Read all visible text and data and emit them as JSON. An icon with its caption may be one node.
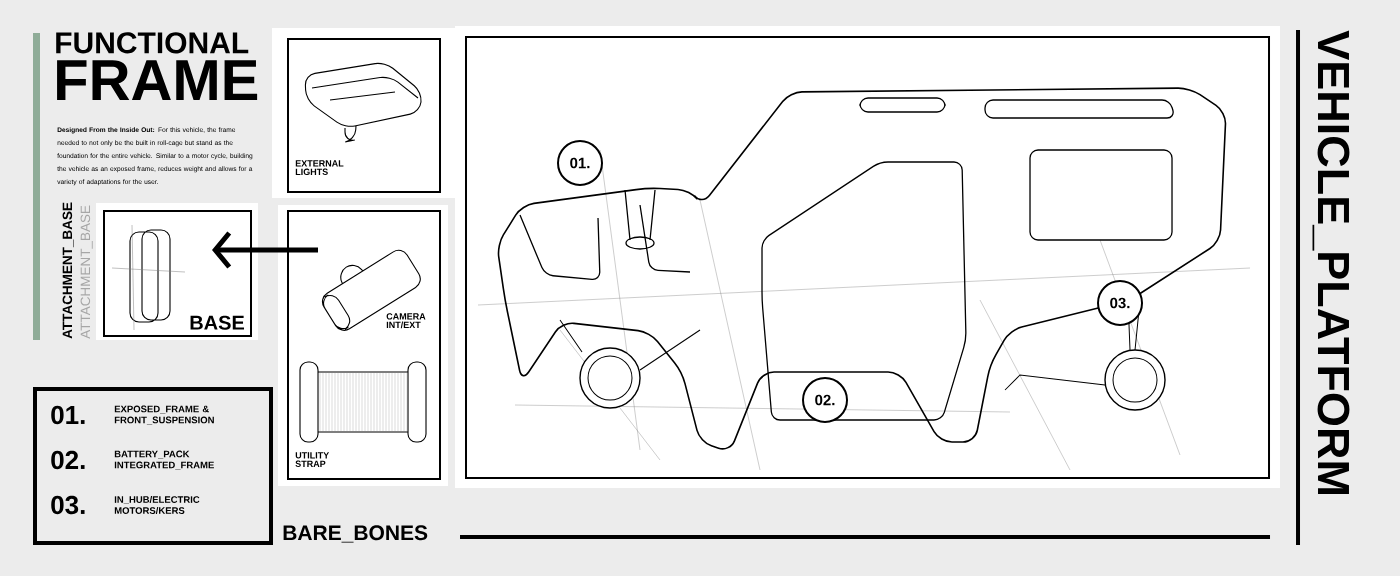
{
  "diagram": {
    "nodes": [
      {
        "text": [
          "EXTERNAL LIGHTS"
        ]
      },
      {
        "text": [
          "BASE"
        ]
      },
      {
        "text": [
          "CAMERA INT/EXT",
          "UTILITY STRAP"
        ]
      },
      {
        "text": [
          "01.",
          "EXPOSED_FRAME & FRONT_SUSPENSION",
          "02.",
          "BATTERY_PACK INTEGRATED_FRAME",
          "03.",
          "IN_HUB/ELECTRIC MOTORS/KERS"
        ]
      },
      {
        "text": [],
        "shape": "box"
      },
      {
        "text": [
          "01."
        ],
        "in": 4
      },
      {
        "text": [
          "02."
        ],
        "in": 4
      },
      {
        "text": [
          "03."
        ],
        "in": 4
      }
    ],
    "edges": [
      {
        "from": 2,
        "to": 1,
        "arrow": "to"
      }
    ],
    "labels": [
      "FUNCTIONAL",
      "FRAME",
      "**Designed From the Inside Out:** For this vehicle, the frame needed to not only be the built in roll-cage but stand as the foundation for the entire vehicle. Similar to a motor cycle, building the vehicle as an exposed frame, reduces weight and allows for a variety of adaptations for the user.",
      "ATTACHMENT_BASE",
      "ATTACHMENT_BASE",
      "BARE_BONES",
      "VEHICLE_PLATFORM"
    ]
  }
}
